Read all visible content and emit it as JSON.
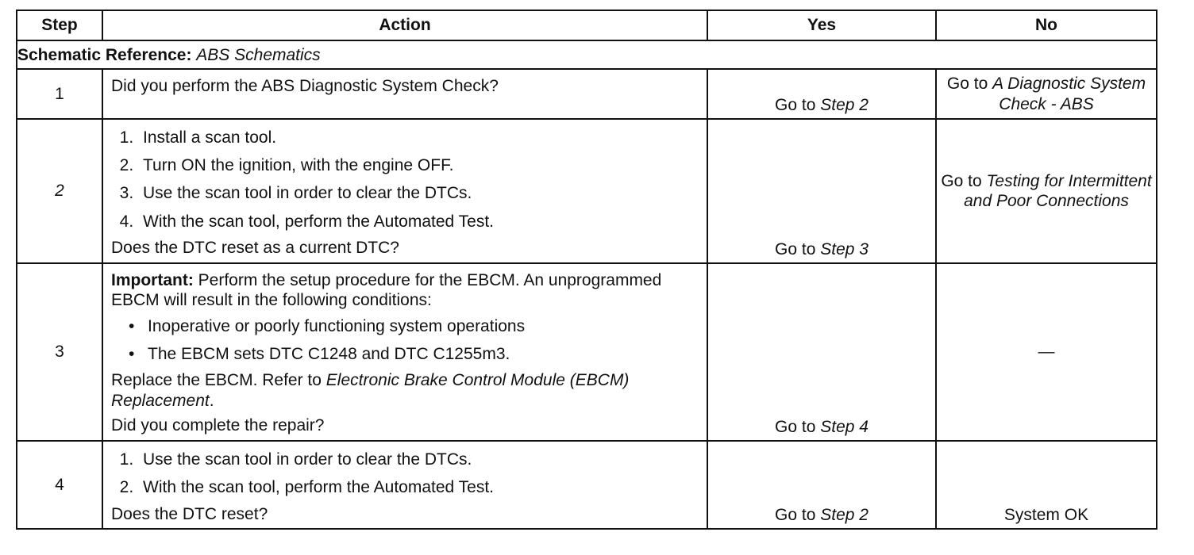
{
  "headers": {
    "step": "Step",
    "action": "Action",
    "yes": "Yes",
    "no": "No"
  },
  "schematic": {
    "label": "Schematic Reference:",
    "value": "ABS Schematics"
  },
  "rows": [
    {
      "step": "1",
      "question": "Did you perform the ABS Diagnostic System Check?",
      "yes_prefix": "Go to",
      "yes_link": "Step 2",
      "no_prefix": "Go to",
      "no_link": "A Diagnostic System Check - ABS"
    },
    {
      "step": "2",
      "items": [
        "Install a scan tool.",
        "Turn ON the ignition, with the engine OFF.",
        "Use the scan tool in order to clear the DTCs.",
        "With the scan tool, perform the Automated Test."
      ],
      "question": "Does the DTC reset as a current DTC?",
      "yes_prefix": "Go to",
      "yes_link": "Step 3",
      "no_prefix": "Go to",
      "no_link": "Testing for Intermittent and Poor Connections"
    },
    {
      "step": "3",
      "important_label": "Important:",
      "important_text": "Perform the setup procedure for the EBCM. An unprogrammed EBCM will result in the following conditions:",
      "bullets": [
        "Inoperative or poorly functioning system operations",
        "The EBCM sets DTC C1248 and DTC C1255m3."
      ],
      "replace_text": "Replace the EBCM. Refer to",
      "replace_link": "Electronic Brake Control Module (EBCM) Replacement",
      "replace_end": ".",
      "question": "Did you complete the repair?",
      "yes_prefix": "Go to",
      "yes_link": "Step 4",
      "no_text": "—"
    },
    {
      "step": "4",
      "items": [
        "Use the scan tool in order to clear the DTCs.",
        "With the scan tool, perform the Automated Test."
      ],
      "question": "Does the DTC reset?",
      "yes_prefix": "Go to",
      "yes_link": "Step 2",
      "no_text": "System OK"
    }
  ]
}
